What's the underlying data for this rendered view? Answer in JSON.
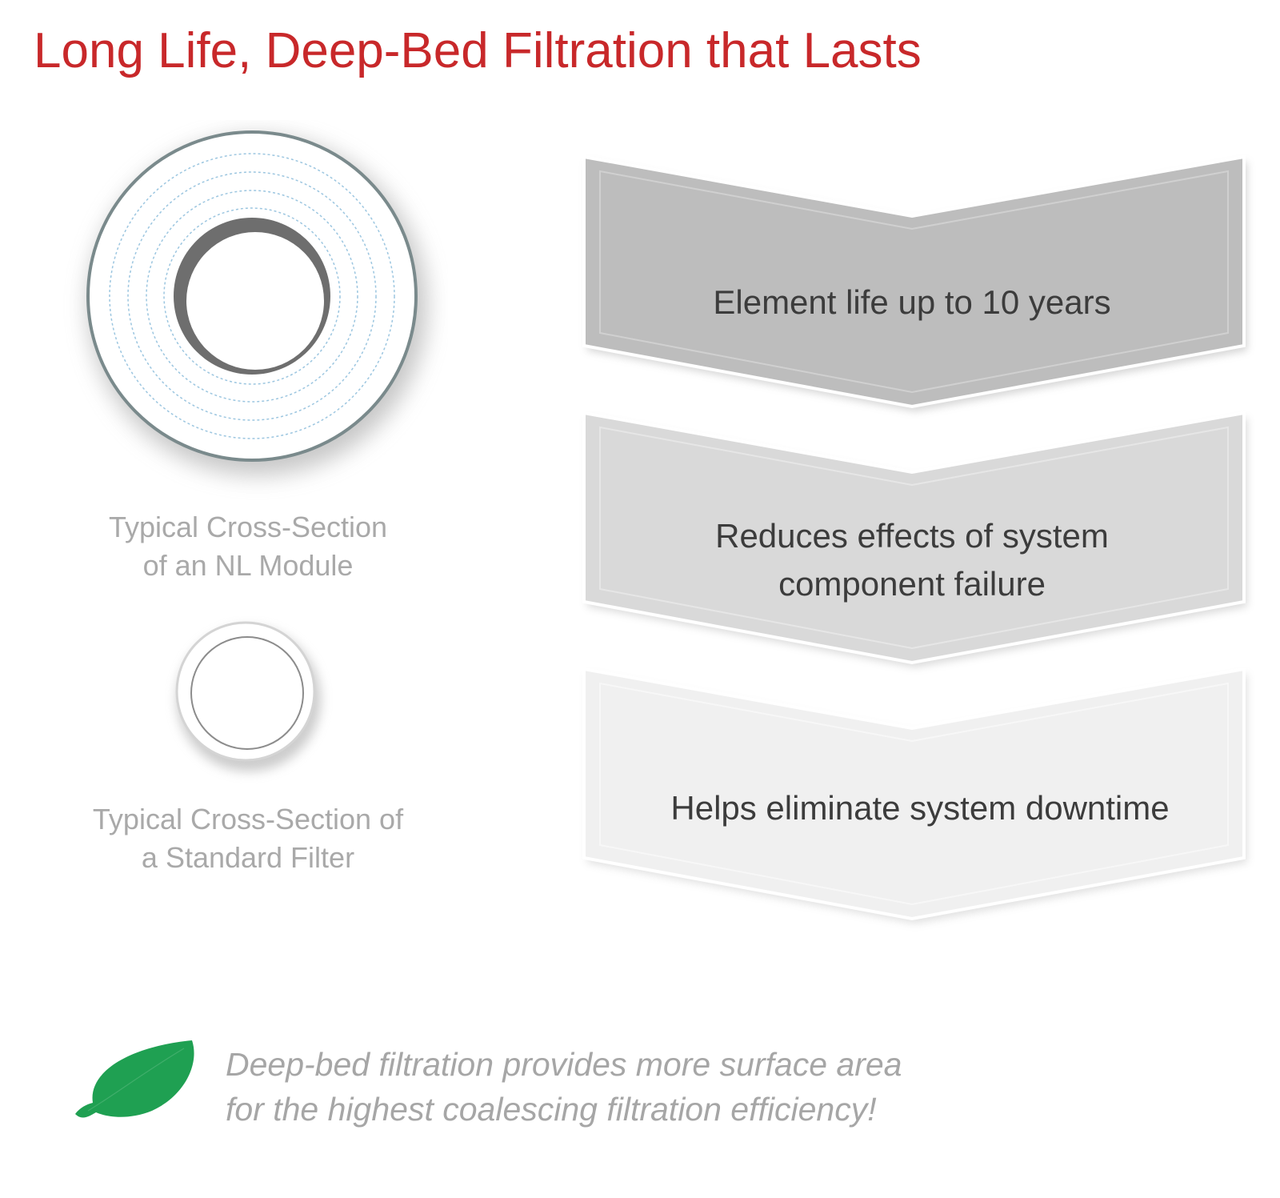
{
  "title": "Long Life, Deep-Bed Filtration that Lasts",
  "nl_module": {
    "caption_line1": "Typical Cross-Section",
    "caption_line2": "of an NL Module"
  },
  "standard_filter": {
    "caption_line1": "Typical Cross-Section of",
    "caption_line2": "a Standard Filter"
  },
  "benefits": [
    {
      "line1": "Element life up to 10 years",
      "line2": ""
    },
    {
      "line1": "Reduces effects of system",
      "line2": "component failure"
    },
    {
      "line1": "Helps eliminate system downtime",
      "line2": ""
    }
  ],
  "tagline": "Deep-bed filtration provides more surface area for the highest coalescing filtration efficiency!",
  "colors": {
    "title": "#c8282a",
    "leaf": "#1fa052",
    "chevron_1": "#bdbdbd",
    "chevron_2": "#d9d9d9",
    "chevron_3": "#f0f0f0",
    "ring_lines": "#9cc6e0"
  }
}
